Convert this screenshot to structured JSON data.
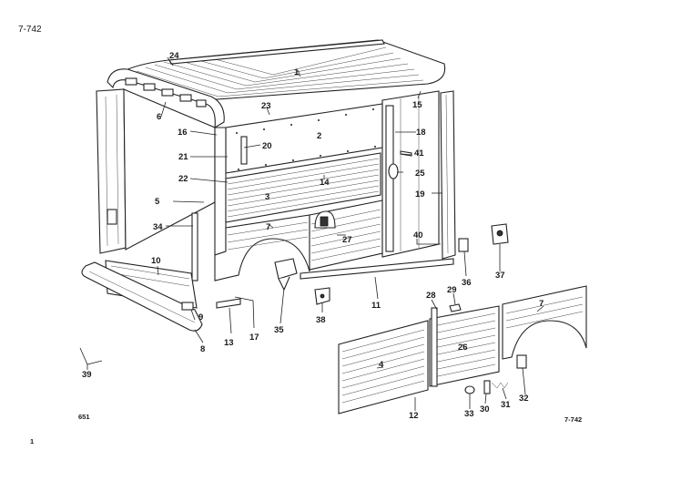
{
  "header": {
    "ref_top": "7-742",
    "ref_bottom": "7-742",
    "code": "651",
    "page": "1"
  },
  "callouts": [
    "1",
    "2",
    "3",
    "4",
    "5",
    "6",
    "7",
    "7",
    "8",
    "9",
    "10",
    "11",
    "12",
    "13",
    "14",
    "15",
    "16",
    "17",
    "18",
    "19",
    "20",
    "21",
    "22",
    "23",
    "24",
    "25",
    "26",
    "27",
    "28",
    "29",
    "30",
    "31",
    "32",
    "33",
    "34",
    "35",
    "36",
    "37",
    "38",
    "39",
    "40",
    "41"
  ],
  "colors": {
    "ink": "#222222",
    "paper": "#ffffff"
  }
}
